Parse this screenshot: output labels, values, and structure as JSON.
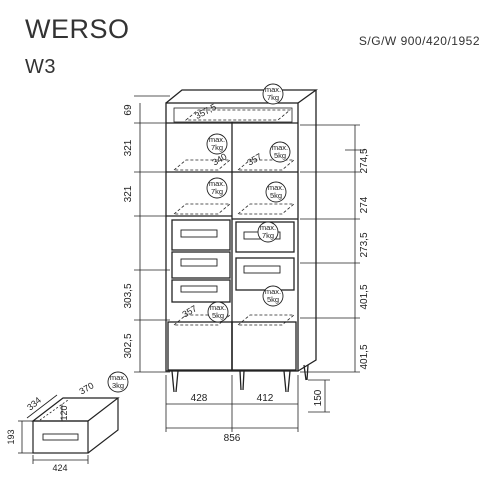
{
  "header": {
    "model": "WERSO",
    "code": "W3",
    "spec": "S/G/W   900/420/1952"
  },
  "dimensions": {
    "top_height": "69",
    "shelf_left_1": "321",
    "shelf_left_2": "321",
    "drawers_left": "303,5",
    "doors_left": "302,5",
    "right_1": "274,5",
    "right_2": "274",
    "right_3": "273,5",
    "right_4": "401,5",
    "right_5": "401,5",
    "bottom_left_width": "428",
    "bottom_right_width": "412",
    "total_width": "856",
    "leg_height": "150",
    "top_depth": "357,5",
    "shelf_depth_left": "340",
    "shelf_depth_right": "357",
    "bottom_depth": "357"
  },
  "loads": {
    "top": {
      "line1": "max.",
      "line2": "7kg"
    },
    "left_shelf_1": {
      "line1": "max.",
      "line2": "7kg"
    },
    "right_shelf_1": {
      "line1": "max.",
      "line2": "5kg"
    },
    "left_shelf_2": {
      "line1": "max.",
      "line2": "7kg"
    },
    "right_shelf_2": {
      "line1": "max.",
      "line2": "5kg"
    },
    "drawer_area": {
      "line1": "max.",
      "line2": "7kg"
    },
    "left_bottom": {
      "line1": "max.",
      "line2": "5kg"
    },
    "right_bottom": {
      "line1": "max.",
      "line2": "5kg"
    },
    "drawer": {
      "line1": "max.",
      "line2": "3kg"
    }
  },
  "drawer_detail": {
    "depth": "334",
    "inner_depth": "370",
    "height": "120",
    "outer_height": "193",
    "width": "424"
  }
}
